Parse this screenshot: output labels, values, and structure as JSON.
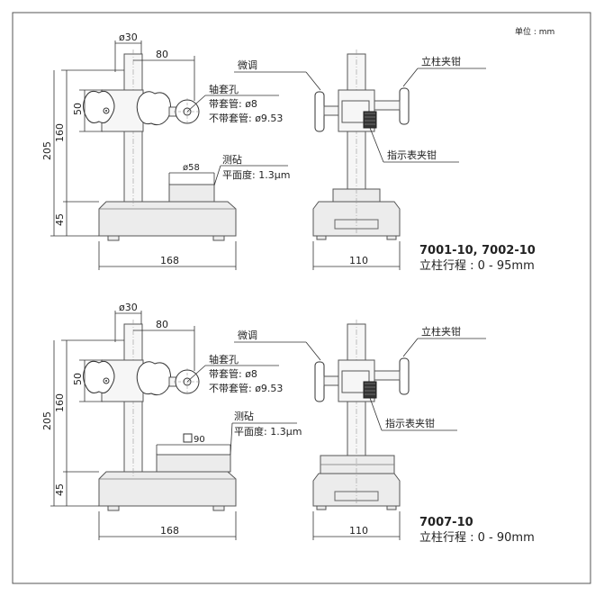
{
  "unit_label": "单位 : mm",
  "top": {
    "dims": {
      "d30": "ø30",
      "d80": "80",
      "d50": "50",
      "d160": "160",
      "d205": "205",
      "d45": "45",
      "d168": "168",
      "d110": "110",
      "d58": "ø58"
    },
    "labels": {
      "fine_adjust": "微调",
      "column_clamp": "立柱夹钳",
      "spindle_hole": "轴套孔",
      "with_sleeve": "带套管: ø8",
      "without_sleeve": "不带套管: ø9.53",
      "anvil": "测砧",
      "flatness": "平面度: 1.3μm",
      "indicator_clamp": "指示表夹钳"
    },
    "model": "7001-10, 7002-10",
    "stroke": "立柱行程 : 0 - 95mm"
  },
  "bottom": {
    "dims": {
      "d30": "ø30",
      "d80": "80",
      "d50": "50",
      "d160": "160",
      "d205": "205",
      "d45": "45",
      "d168": "168",
      "d110": "110",
      "d90": "90"
    },
    "labels": {
      "fine_adjust": "微调",
      "column_clamp": "立柱夹钳",
      "spindle_hole": "轴套孔",
      "with_sleeve": "带套管: ø8",
      "without_sleeve": "不带套管: ø9.53",
      "anvil": "测砧",
      "flatness": "平面度: 1.3μm",
      "indicator_clamp": "指示表夹钳"
    },
    "model": "7007-10",
    "stroke": "立柱行程 : 0 - 90mm"
  }
}
